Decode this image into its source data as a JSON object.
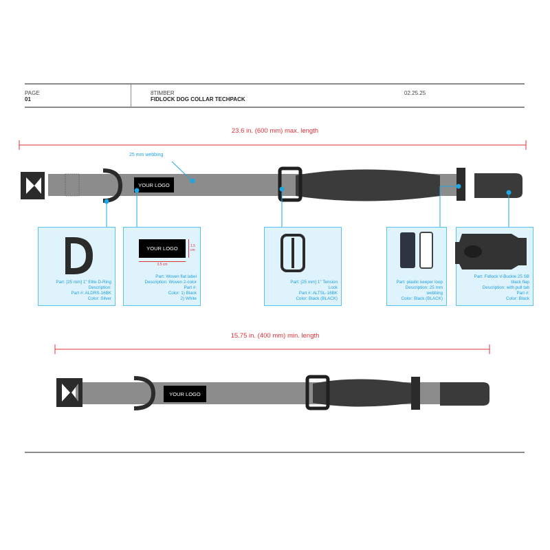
{
  "header": {
    "page_label": "PAGE",
    "page_number": "01",
    "brand": "8TIMBER",
    "title": "FIDLOCK DOG COLLAR TECHPACK",
    "date": "02.25.25"
  },
  "max_length": "23.6 in. (600 mm) max. length",
  "min_length": "15.75 in. (400 mm) min. length",
  "webbing_label": "25 mm webbing",
  "logo_text": "YOUR LOGO",
  "label_dims": {
    "width": "3.5 cm",
    "height": "1.5 cm"
  },
  "parts": [
    {
      "lines": [
        "Part: [25 mm] 1\" Elite D-Ring",
        "Description:",
        "Part #: ALDRS-16BK",
        "Color: Silver"
      ]
    },
    {
      "lines": [
        "Part: Woven flat label",
        "Description: Woven 2-color",
        "Part #:",
        "Color: 1) Black",
        "2) White"
      ]
    },
    {
      "lines": [
        "Part: [25 mm] 1\" Tension",
        "Lock",
        "Part #: ALTSL-16BK",
        "Color: Black (BLACK)"
      ]
    },
    {
      "lines": [
        "Part: plastic keeper loop",
        "Description: 25 mm",
        "webbing",
        "Color: Black (BLACK)"
      ]
    },
    {
      "lines": [
        "Part: Fidlock V-Buckle 25 SB",
        "black flap",
        "Description: with pull tab",
        "Part #:",
        "Color: Black"
      ]
    }
  ],
  "colors": {
    "accent_red": "#e0303a",
    "callout_blue": "#1fa5e0",
    "webbing": "#8c8c8c"
  }
}
